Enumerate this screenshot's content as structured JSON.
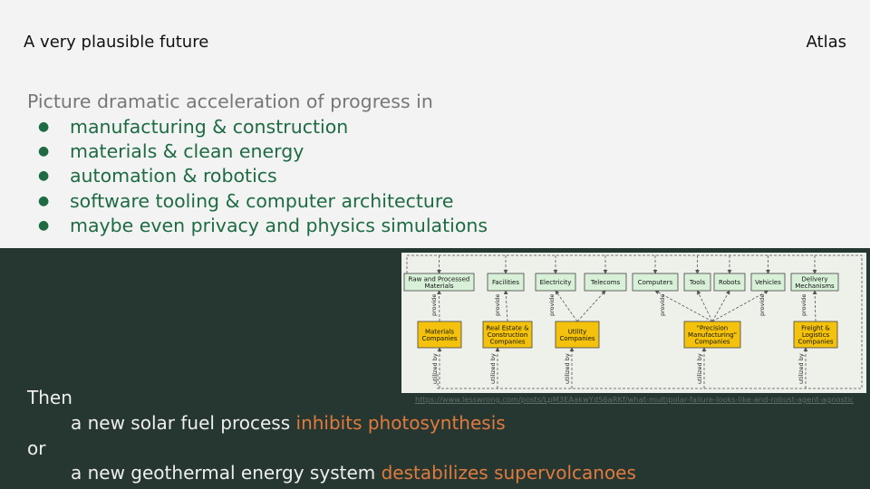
{
  "slide": {
    "title": "A very plausible future",
    "brand": "Atlas"
  },
  "intro": "Picture dramatic acceleration of progress in",
  "bullets": [
    "manufacturing & construction",
    "materials & clean energy",
    "automation & robotics",
    "software tooling & computer architecture",
    "maybe even privacy and physics simulations"
  ],
  "diagram": {
    "resources": [
      {
        "lines": [
          "Raw and Processed",
          "Materials"
        ]
      },
      {
        "lines": [
          "Facilities"
        ]
      },
      {
        "lines": [
          "Electricity"
        ]
      },
      {
        "lines": [
          "Telecoms"
        ]
      },
      {
        "lines": [
          "Computers"
        ]
      },
      {
        "lines": [
          "Tools"
        ]
      },
      {
        "lines": [
          "Robots"
        ]
      },
      {
        "lines": [
          "Vehicles"
        ]
      },
      {
        "lines": [
          "Delivery",
          "Mechanisms"
        ]
      }
    ],
    "companies": [
      {
        "lines": [
          "Materials",
          "Companies"
        ]
      },
      {
        "lines": [
          "Real Estate &",
          "Construction",
          "Companies"
        ]
      },
      {
        "lines": [
          "Utility",
          "Companies"
        ]
      },
      {
        "lines": [
          "\"Precision",
          "Manufacturing\"",
          "Companies"
        ]
      },
      {
        "lines": [
          "Freight &",
          "Logistics",
          "Companies"
        ]
      }
    ],
    "provide_label": "provide",
    "utilized_label": "utilized by",
    "resource_fill": "#d8f0d8",
    "company_fill": "#f4c20d"
  },
  "source_link": "https://www.lesswrong.com/posts/LpM3EAakwYdS6aRKf/what-multipolar-failure-looks-like-and-robust-agent-agnostic",
  "scenario": {
    "then_label": "Then",
    "line1_text": "a new solar fuel process ",
    "line1_highlight": "inhibits photosynthesis",
    "or_label": "or",
    "line2_text": "a new geothermal energy system ",
    "line2_highlight": "destabilizes supervolcanoes"
  },
  "colors": {
    "top_bg": "#f3f3f3",
    "bottom_bg": "#263731",
    "bullet_green": "#1e6b43",
    "highlight_orange": "#e07a3e"
  }
}
